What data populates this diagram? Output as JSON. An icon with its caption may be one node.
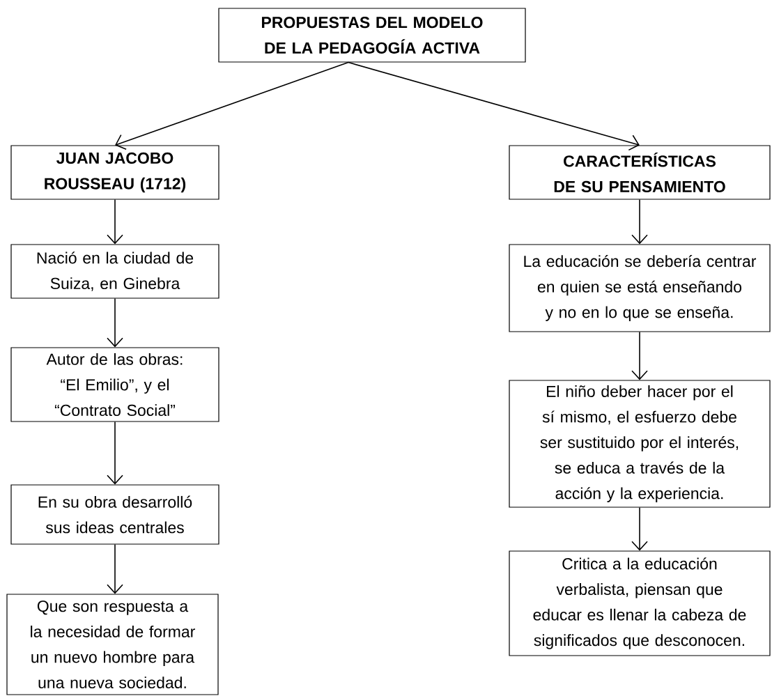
{
  "diagram": {
    "nodes": [
      {
        "text": [
          "PROPUESTAS DEL MODELO DE LA PEDAGOGÍA ACTIVA"
        ]
      },
      {
        "text": [
          "JUAN JACOBO ROUSSEAU (1712)"
        ]
      },
      {
        "text": [
          "CARACTERÍSTICAS DE SU PENSAMIENTO"
        ]
      },
      {
        "text": [
          "Nació en la ciudad de Suiza, en Ginebra"
        ]
      },
      {
        "text": [
          "La educación se debería centrar en quien se está enseñando y no en lo que se enseña."
        ]
      },
      {
        "text": [
          "Autor de las obras: “El Emilio”, y el “Contrato Social”"
        ]
      },
      {
        "text": [
          "El niño deber hacer por el sí mismo, el esfuerzo debe ser sustituido por el interés, se educa a través de la acción y la experiencia."
        ]
      },
      {
        "text": [
          "En su obra desarrolló sus ideas centrales"
        ]
      },
      {
        "text": [
          "Critica a la educación verbalista, piensan que educar es llenar la cabeza de significados que desconocen."
        ]
      },
      {
        "text": [
          "Que son respuesta a la necesidad de formar un nuevo hombre para una nueva sociedad."
        ]
      }
    ],
    "edges": [
      {
        "from": 0,
        "to": 1,
        "arrow": "to"
      },
      {
        "from": 0,
        "to": 2,
        "arrow": "to"
      },
      {
        "from": 1,
        "to": 3,
        "arrow": "to"
      },
      {
        "from": 3,
        "to": 5,
        "arrow": "to"
      },
      {
        "from": 5,
        "to": 7,
        "arrow": "to"
      },
      {
        "from": 7,
        "to": 9,
        "arrow": "to"
      },
      {
        "from": 2,
        "to": 4,
        "arrow": "to"
      },
      {
        "from": 4,
        "to": 6,
        "arrow": "to"
      },
      {
        "from": 6,
        "to": 8,
        "arrow": "to"
      }
    ]
  }
}
